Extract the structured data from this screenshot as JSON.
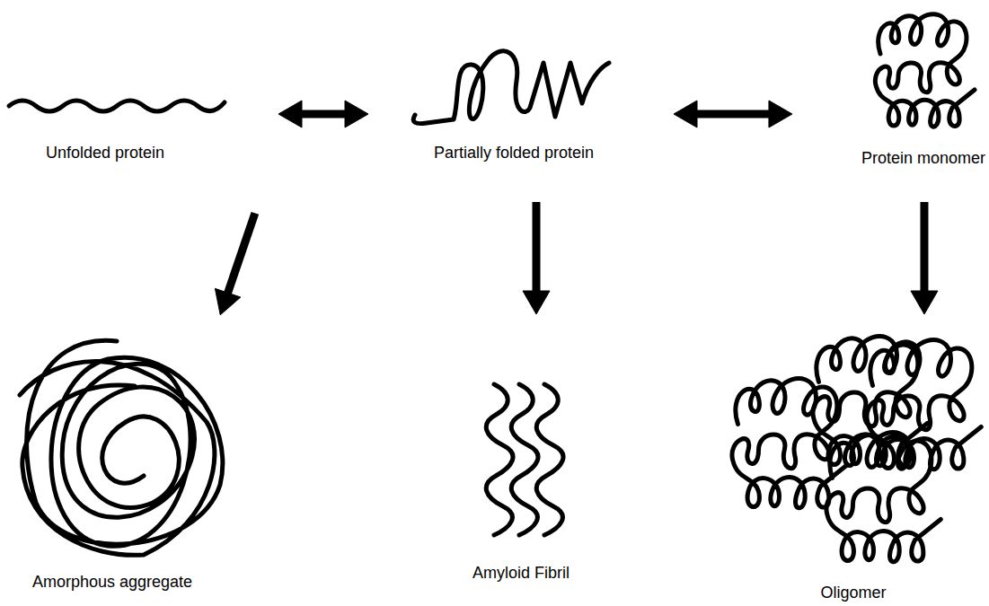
{
  "diagram": {
    "nodes": [
      {
        "text": [
          "Unfolded protein"
        ]
      },
      {
        "text": [
          "Partially folded protein"
        ]
      },
      {
        "text": [
          "Protein monomer"
        ]
      },
      {
        "text": [
          "Amorphous aggregate"
        ]
      },
      {
        "text": [
          "Amyloid Fibril"
        ]
      },
      {
        "text": [
          "Oligomer"
        ]
      }
    ],
    "edges": [
      {
        "from": 0,
        "to": 1,
        "arrow": "both"
      },
      {
        "from": 1,
        "to": 2,
        "arrow": "both"
      },
      {
        "from": 0,
        "to": 3,
        "arrow": "to"
      },
      {
        "from": 1,
        "to": 4,
        "arrow": "to"
      },
      {
        "from": 2,
        "to": 5,
        "arrow": "to"
      }
    ]
  }
}
